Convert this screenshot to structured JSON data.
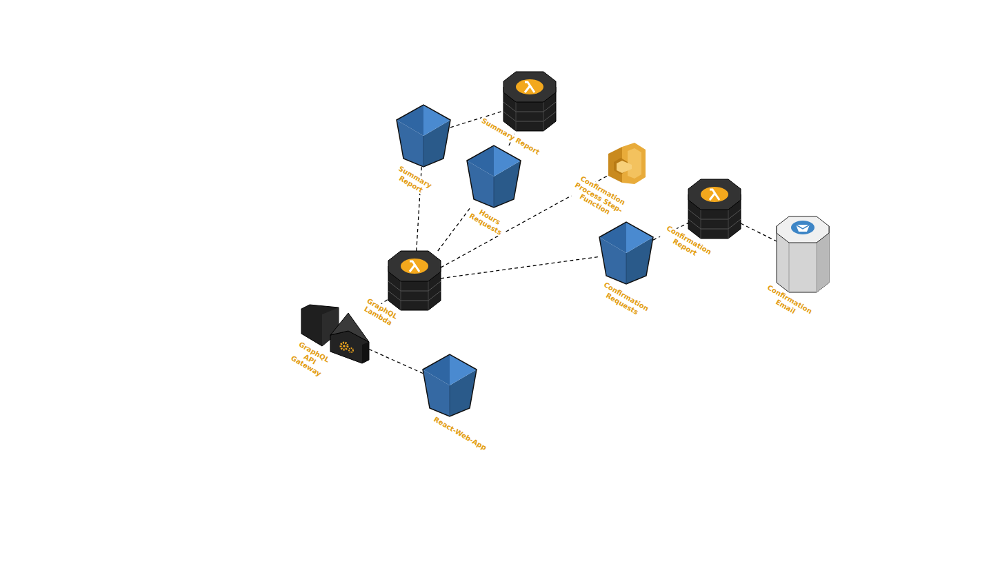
{
  "diagram": {
    "nodes": [
      {
        "text": [
          "Summary Report"
        ]
      },
      {
        "text": [
          "Summary Report"
        ]
      },
      {
        "text": [
          "Confirmation Process Step-Function"
        ]
      },
      {
        "text": [
          "Hours Requests"
        ]
      },
      {
        "text": [
          "Confirmation Report"
        ]
      },
      {
        "text": [
          "Confirmation Requests"
        ]
      },
      {
        "text": [
          "Confirmation Email"
        ]
      },
      {
        "text": [
          "GraphQL Lambda"
        ]
      },
      {
        "text": [
          "GraphQL API Gateway"
        ]
      },
      {
        "text": [
          "React-Web-App"
        ]
      }
    ],
    "edges": [
      {
        "from": 1,
        "to": 0,
        "arrow": "none"
      },
      {
        "from": 3,
        "to": 0,
        "arrow": "none"
      },
      {
        "from": 7,
        "to": 1,
        "arrow": "none"
      },
      {
        "from": 7,
        "to": 3,
        "arrow": "none"
      },
      {
        "from": 7,
        "to": 2,
        "arrow": "none"
      },
      {
        "from": 7,
        "to": 5,
        "arrow": "none"
      },
      {
        "from": 5,
        "to": 4,
        "arrow": "none"
      },
      {
        "from": 4,
        "to": 6,
        "arrow": "none"
      },
      {
        "from": 8,
        "to": 7,
        "arrow": "none"
      },
      {
        "from": 8,
        "to": 9,
        "arrow": "none"
      }
    ]
  }
}
